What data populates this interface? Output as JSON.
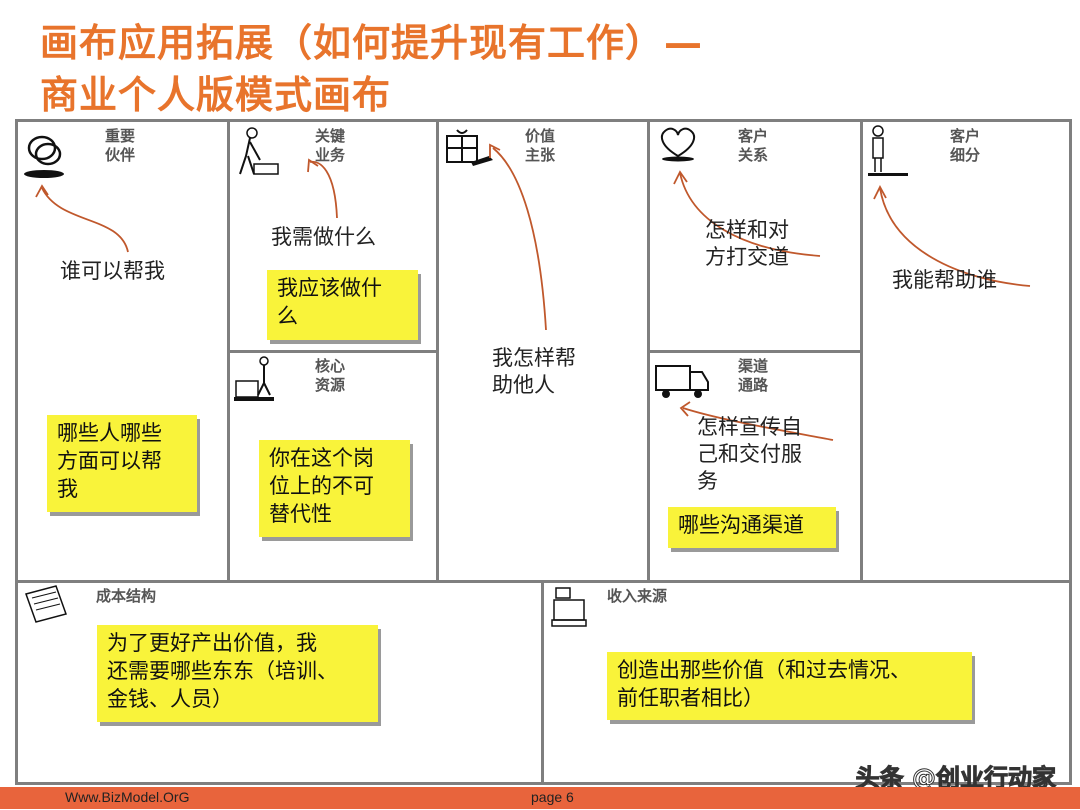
{
  "title": {
    "line1": "画布应用拓展（如何提升现有工作）—",
    "line2": "商业个人版模式画布"
  },
  "blocks": {
    "key_partners": {
      "header": "重要\n伙伴",
      "question": "谁可以帮我",
      "note": "哪些人哪些\n方面可以帮\n我",
      "icon": "chain-links-icon"
    },
    "key_activities": {
      "header": "关键\n业务",
      "question": "我需做什么",
      "note": "我应该做什\n么",
      "icon": "worker-icon"
    },
    "key_resources": {
      "header": "核心\n资源",
      "note": "你在这个岗\n位上的不可\n替代性",
      "icon": "forklift-worker-icon"
    },
    "value_proposition": {
      "header": "价值\n主张",
      "question": "我怎样帮\n助他人",
      "icon": "gift-icon"
    },
    "customer_relationships": {
      "header": "客户\n关系",
      "question": "怎样和对\n方打交道",
      "icon": "heart-icon"
    },
    "channels": {
      "header": "渠道\n通路",
      "question": "怎样宣传自\n己和交付服\n务",
      "note": "哪些沟通渠道",
      "icon": "truck-icon"
    },
    "customer_segments": {
      "header": "客户\n细分",
      "question": "我能帮助谁",
      "icon": "person-icon"
    },
    "cost_structure": {
      "header": "成本结构",
      "note": "为了更好产出价值，我\n还需要哪些东东（培训、\n金钱、人员）",
      "icon": "receipt-icon"
    },
    "revenue_streams": {
      "header": "收入来源",
      "note": "创造出那些价值（和过去情况、\n前任职者相比）",
      "icon": "cash-register-icon"
    }
  },
  "footer": {
    "site": "Www.BizModel.OrG",
    "page": "page 6"
  },
  "watermark": "头条 @创业行动家",
  "colors": {
    "title": "#e8742c",
    "sticky": "#f9f33a",
    "footer": "#e8643c",
    "arrow": "#c0582c"
  }
}
